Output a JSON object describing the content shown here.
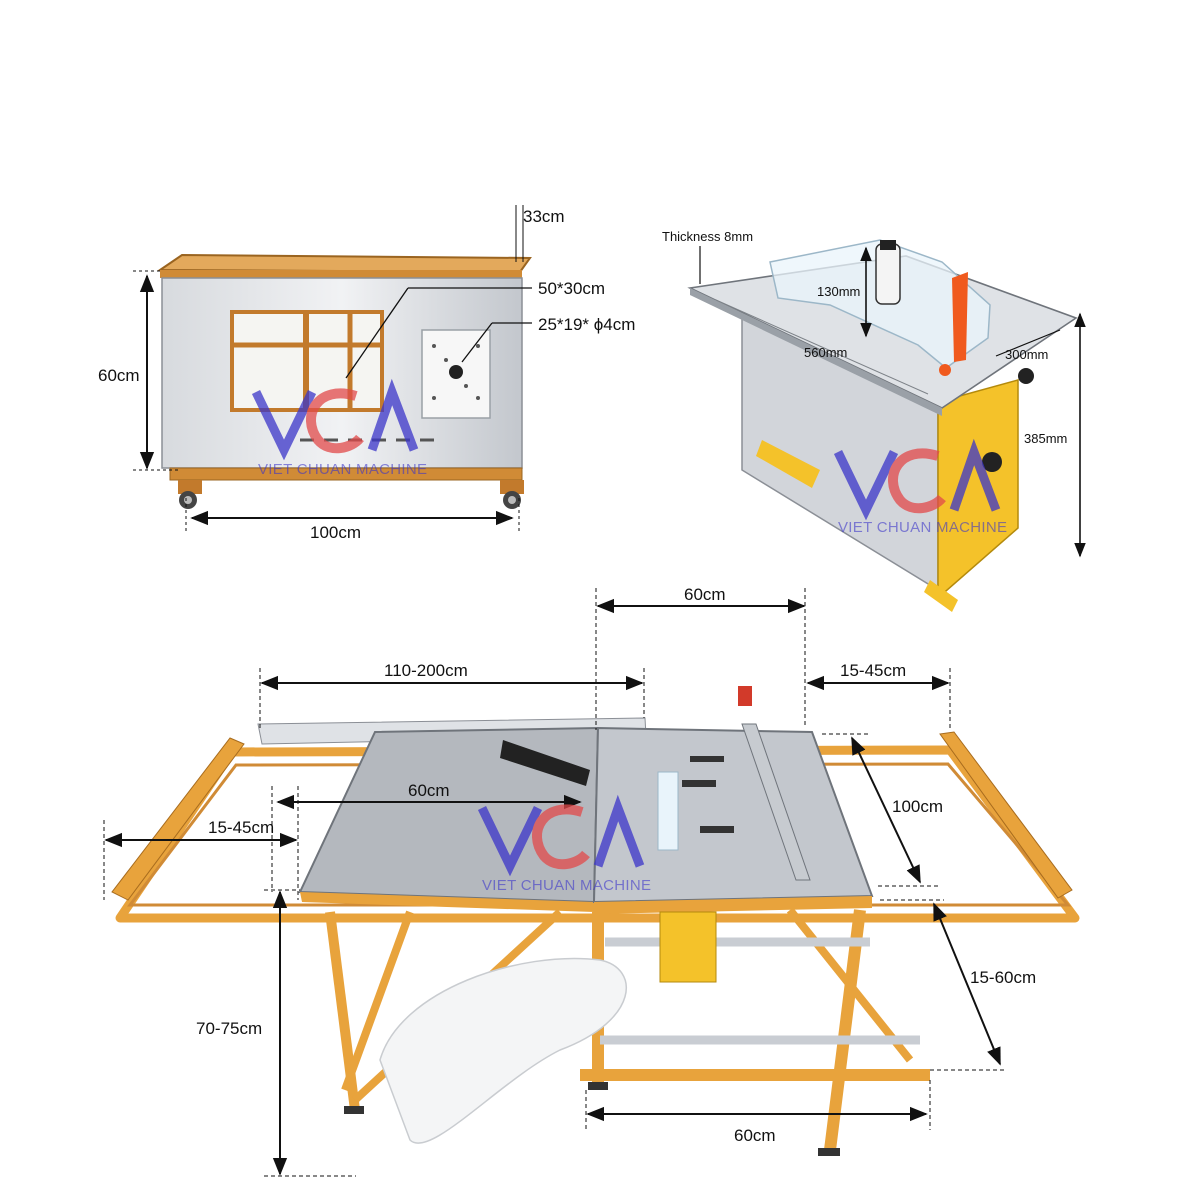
{
  "colors": {
    "frame_orange": "#e8a33c",
    "frame_dark": "#b9781f",
    "steel": "#c9cdd3",
    "steel_light": "#eceef1",
    "yellow_body": "#f4c22a",
    "watermark_blue": "#3b35c9",
    "watermark_red": "#e24a4a",
    "dimension_line": "#111111"
  },
  "watermark": {
    "text": "VIET CHUAN MACHINE",
    "logo": "VCA"
  },
  "cabinet_view": {
    "top_depth_label": "33cm",
    "height_label": "60cm",
    "width_label": "100cm",
    "window_label": "50*30cm",
    "plate_label": "25*19* ϕ4cm"
  },
  "saw_view": {
    "thickness_label": "Thickness 8mm",
    "guard_height_label": "130mm",
    "table_length_label": "560mm",
    "table_width_label": "300mm",
    "height_label": "385mm"
  },
  "table_view": {
    "top_span_label": "60cm",
    "slide_range_label": "110-200cm",
    "right_ext_label": "15-45cm",
    "left_ext_label": "15-45cm",
    "inner_width_label": "60cm",
    "depth_label": "100cm",
    "front_ext_label": "15-60cm",
    "height_label": "70-75cm",
    "bottom_width_label": "60cm"
  }
}
